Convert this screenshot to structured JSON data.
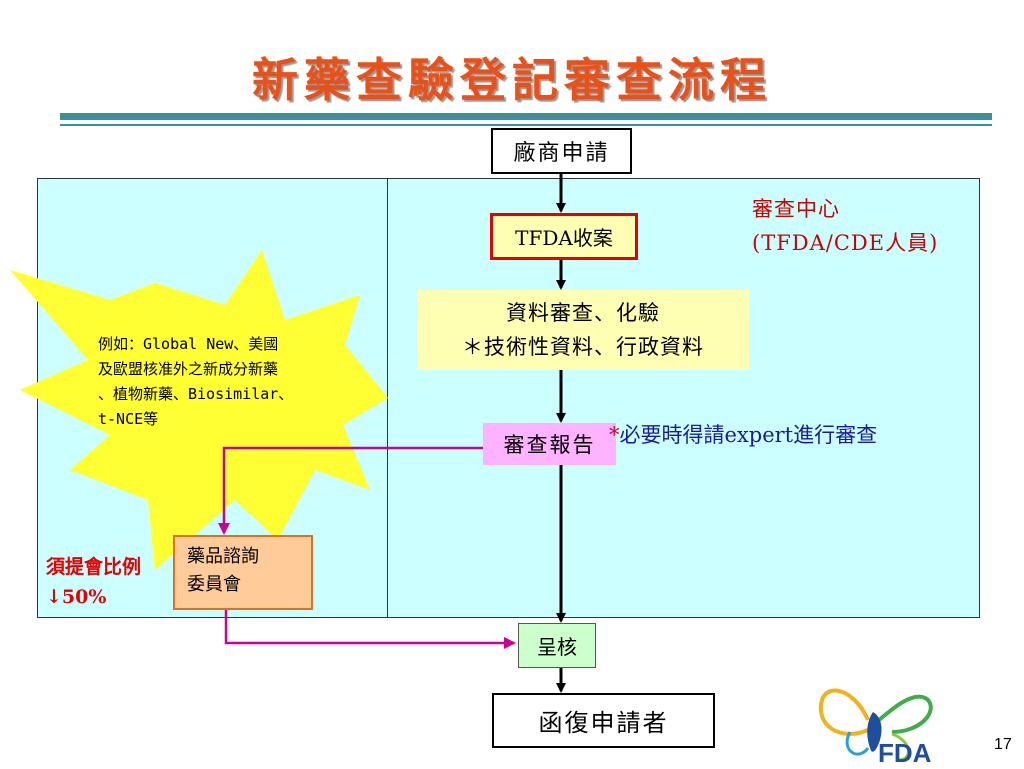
{
  "title": "新藥查驗登記審查流程",
  "flow": {
    "apply": "廠商申請",
    "tfda": "TFDA收案",
    "review_line1": "資料審查、化驗",
    "review_line2": "＊技術性資料、行政資料",
    "report": "審查報告",
    "committee_line1": "藥品諮詢",
    "committee_line2": "委員會",
    "approve": "呈核",
    "reply": "函復申請者"
  },
  "review_center": {
    "line1": "審查中心",
    "line2": "(TFDA/CDE人員)"
  },
  "expert_note": {
    "star": "*",
    "text": "必要時得請expert進行審查"
  },
  "burst": {
    "line1": "例如：Global New、美國",
    "line2": "及歐盟核准外之新成分新藥",
    "line3": "、植物新藥、Biosimilar、",
    "line4": "t-NCE等"
  },
  "ratio": {
    "line1": "須提會比例",
    "line2": "↓50%"
  },
  "logo": {
    "text": "FDA",
    "icon": "butterfly-taiwan-icon"
  },
  "page_number": "17",
  "colors": {
    "title": "#e8521a",
    "panel": "#ccffff",
    "accent_rule": "#3f8f96",
    "arrow_magenta": "#cc0099",
    "burst": "#ffff33"
  }
}
